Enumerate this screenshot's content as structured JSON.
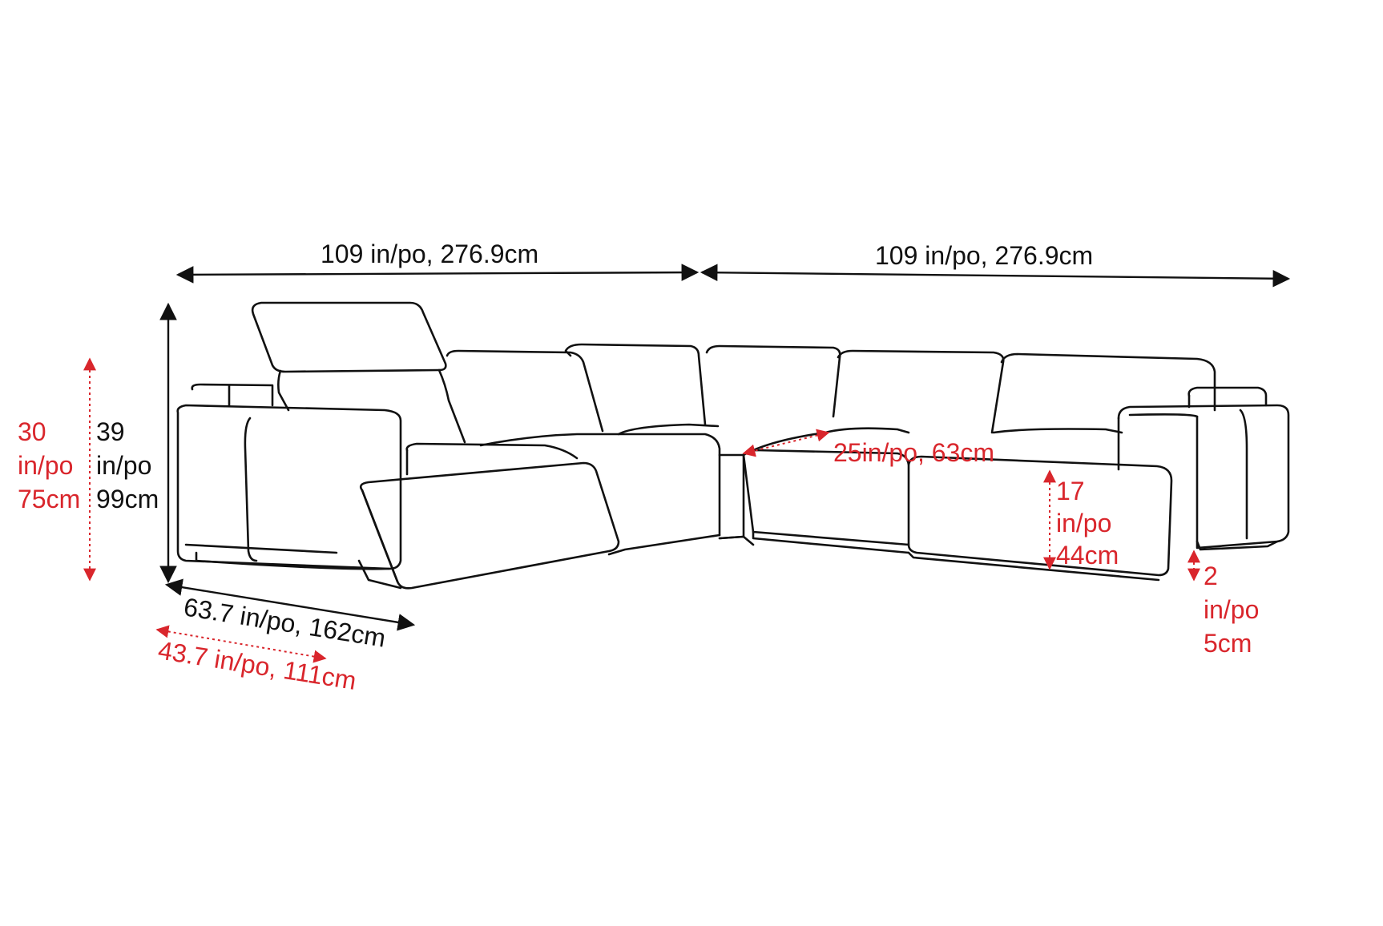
{
  "dimensions": {
    "width_left": "109 in/po, 276.9cm",
    "width_right": "109 in/po, 276.9cm",
    "height_total": [
      "39",
      "in/po",
      "99cm"
    ],
    "height_arm": [
      "30",
      "in/po",
      "75cm"
    ],
    "depth_extended": "63.7 in/po, 162cm",
    "depth": "43.7 in/po, 111cm",
    "seat_depth": "25in/po, 63cm",
    "seat_height": [
      "17",
      "in/po",
      "44cm"
    ],
    "leg_height": [
      "2",
      "in/po",
      "5cm"
    ]
  },
  "colors": {
    "outline": "#111111",
    "measure_black": "#111111",
    "measure_red": "#d9262c"
  }
}
